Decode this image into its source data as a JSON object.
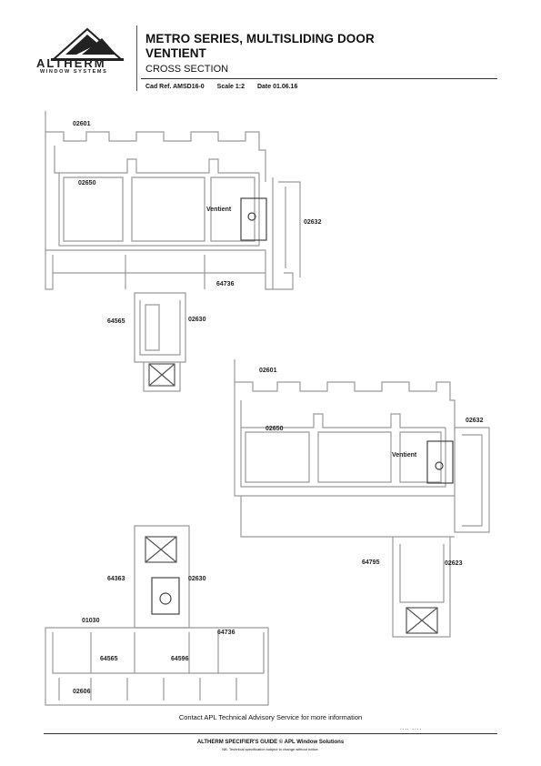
{
  "header": {
    "brand": "ALTHERM",
    "tagline": "WINDOW SYSTEMS",
    "title_line1": "METRO SERIES, MULTISLIDING DOOR",
    "title_line2": "VENTIENT",
    "subtitle": "CROSS SECTION",
    "cad_ref": "Cad Ref. AMSD16-0",
    "scale": "Scale 1:2",
    "date": "Date  01.06.16"
  },
  "drawing": {
    "top_left": {
      "labels": [
        "02601",
        "02650",
        "Ventient",
        "02632",
        "64736",
        "64565",
        "02630"
      ]
    },
    "middle_right": {
      "labels": [
        "02601",
        "02650",
        "02632",
        "Ventient",
        "64795",
        "02623"
      ]
    },
    "bottom_left": {
      "labels": [
        "64363",
        "02630",
        "01030",
        "64736",
        "64565",
        "64596",
        "02606"
      ]
    }
  },
  "footer": {
    "contact": "Contact APL Technical Advisory Service for more information",
    "dots": "....  ....",
    "guide": "ALTHERM SPECIFIER'S GUIDE  © APL Window Solutions",
    "note": "NB. Technical specification subject to change without notice."
  }
}
